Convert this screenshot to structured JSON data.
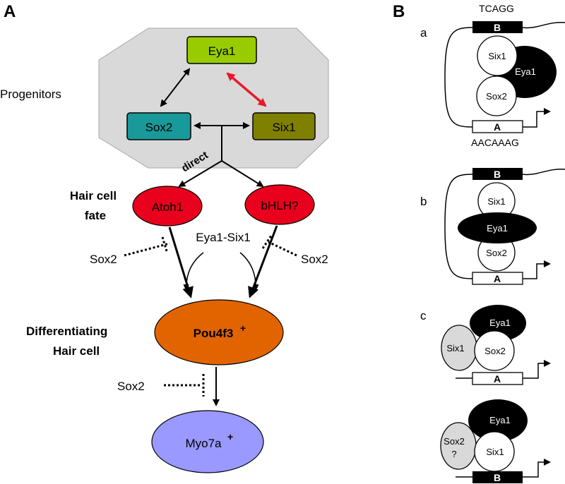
{
  "panel_a": {
    "label": "A",
    "progenitors_label": "Progenitors",
    "eya1": "Eya1",
    "sox2": "Sox2",
    "six1": "Six1",
    "direct_label": "direct",
    "hair_cell_fate_line1": "Hair cell",
    "hair_cell_fate_line2": "fate",
    "atoh1": "Atoh1",
    "bhlh": "bHLH?",
    "eya1_six1": "Eya1-Six1",
    "sox2_left": "Sox2",
    "sox2_right": "Sox2",
    "differentiating_line1": "Differentiating",
    "differentiating_line2": "Hair cell",
    "pou4f3": "Pou4f3",
    "pou4f3_sup": "+",
    "sox2_bottom": "Sox2",
    "myo7a": "Myo7a",
    "myo7a_sup": "+",
    "colors": {
      "eya1": "#99cc00",
      "sox2": "#199999",
      "six1": "#7f7f00",
      "atoh1": "#e8001c",
      "bhlh": "#e8001c",
      "pou4f3": "#e26400",
      "myo7a": "#9999ff",
      "progenitor_bg": "#d9d9d9",
      "red_arrow": "#e8192c"
    }
  },
  "panel_b": {
    "label": "B",
    "a": {
      "label": "a",
      "seq_top": "TCAGG",
      "seq_bottom": "AACAAAG",
      "box_b": "B",
      "box_a": "A",
      "six1": "Six1",
      "eya1": "Eya1",
      "sox2": "Sox2"
    },
    "b": {
      "label": "b",
      "box_b": "B",
      "box_a": "A",
      "six1": "Six1",
      "eya1": "Eya1",
      "sox2": "Sox2"
    },
    "c": {
      "label": "c",
      "box_a": "A",
      "eya1": "Eya1",
      "six1": "Six1",
      "sox2": "Sox2"
    },
    "d": {
      "box_b": "B",
      "eya1": "Eya1",
      "sox2_line1": "Sox2",
      "sox2_line2": "?",
      "six1": "Six1"
    }
  }
}
